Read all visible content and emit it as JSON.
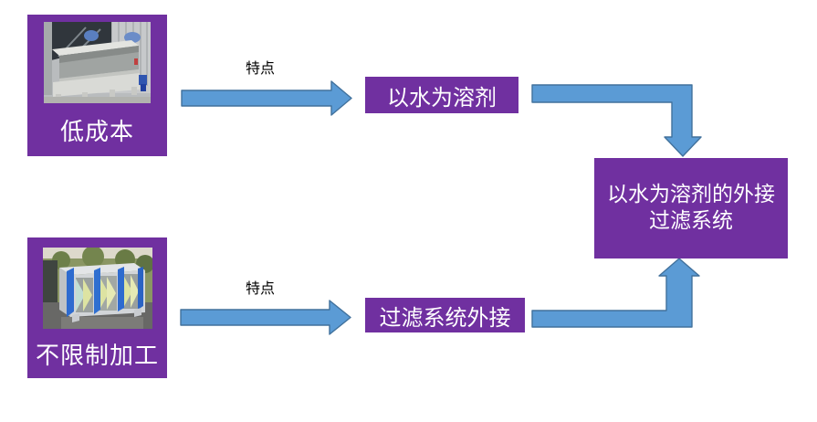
{
  "colors": {
    "background": "#FFFFFF",
    "box_purple": "#7030A0",
    "arrow_fill": "#5B9BD5",
    "arrow_stroke": "#41719C",
    "box_text": "#FFFFFF",
    "label_text": "#000000"
  },
  "nodes": {
    "source_top": {
      "label": "低成本",
      "photo": "spray-booth-photo"
    },
    "source_bottom": {
      "label": "不限制加工",
      "photo": "filter-cabinet-photo"
    },
    "feature_top": {
      "label": "以水为溶剂"
    },
    "feature_bottom": {
      "label": "过滤系统外接"
    },
    "result": {
      "label_line1": "以水为溶剂的外接",
      "label_line2": "过滤系统"
    }
  },
  "edges": {
    "top_label": "特点",
    "bottom_label": "特点"
  }
}
